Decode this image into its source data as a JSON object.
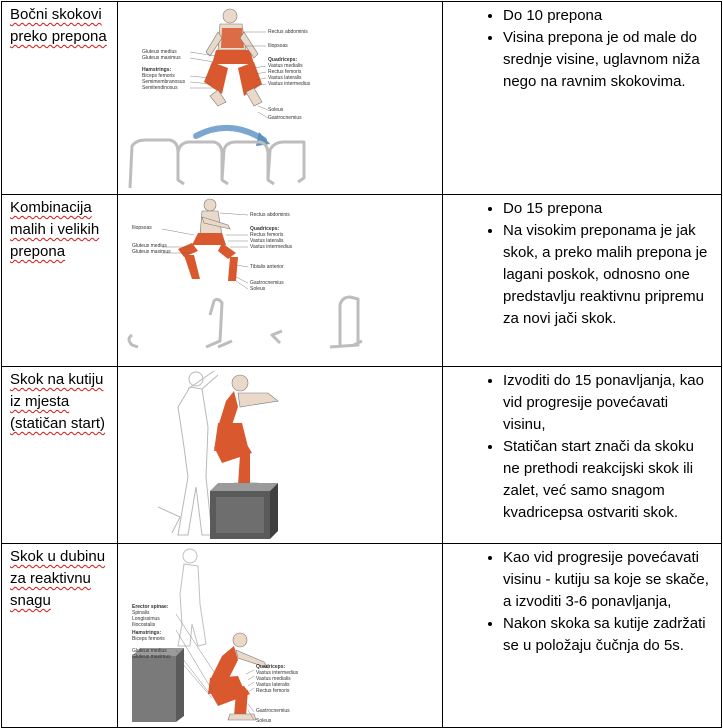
{
  "rows": [
    {
      "name": "Bočni skokovi preko prepona",
      "notes": [
        "Do 10 prepona",
        "Visina prepona je od male do srednje visine, uglavnom niža nego na ravnim skokovima."
      ],
      "figure_labels": {
        "left": [
          "Gluteus medius",
          "Gluteus maximus",
          "Hamstrings:",
          "Biceps femoris",
          "Semimembranosus",
          "Semitendinosus"
        ],
        "right": [
          "Rectus abdominis",
          "Iliopsoas",
          "Quadriceps:",
          "Vastus medialis",
          "Rectus femoris",
          "Vastus lateralis",
          "Vastus intermedius",
          "Soleus",
          "Gastrocnemius"
        ]
      }
    },
    {
      "name": "Kombinacija malih i velikih prepona",
      "notes": [
        "Do 15 prepona",
        "Na visokim preponama je jak skok, a preko malih prepona je lagani poskok, odnosno one predstavlju reaktivnu pripremu za novi jači skok."
      ],
      "figure_labels": {
        "left": [
          "Iliopsoas",
          "Gluteus medius",
          "Gluteus maximus"
        ],
        "right": [
          "Rectus abdominis",
          "Quadriceps:",
          "Rectus femoris",
          "Vastus lateralis",
          "Vastus intermedius",
          "Tibialis anterior",
          "Gastrocnemius",
          "Soleus"
        ]
      }
    },
    {
      "name": "Skok na kutiju iz mjesta (statičan start)",
      "notes": [
        "Izvoditi do 15 ponavljanja, kao vid progresije povećavati visinu,",
        "Statičan start znači da skoku ne prethodi reakcijski skok ili zalet, već samo snagom kvadricepsa ostvariti skok."
      ]
    },
    {
      "name": "Skok u dubinu za reaktivnu snagu",
      "notes": [
        "Kao vid progresije povećavati visinu - kutiju sa koje se skače, a izvoditi 3-6 ponavljanja,",
        "Nakon skoka sa kutije zadržati se u položaju čučnja do 5s."
      ],
      "figure_labels": {
        "left": [
          "Erector spinae:",
          "Spinalis",
          "Longissimus",
          "Iliocostalis",
          "Hamstrings:",
          "Biceps femoris",
          "Gluteus medius",
          "Gluteus maximus"
        ],
        "right": [
          "Quadriceps:",
          "Vastus intermedius",
          "Vastus medialis",
          "Vastus lateralis",
          "Rectus femoris",
          "Gastrocnemius",
          "Soleus"
        ]
      }
    }
  ],
  "colors": {
    "muscle": "#d9582e",
    "skin": "#ead9c8",
    "outline": "#555555",
    "hurdle": "#bdbdbd",
    "box": "#4a4a4a"
  }
}
